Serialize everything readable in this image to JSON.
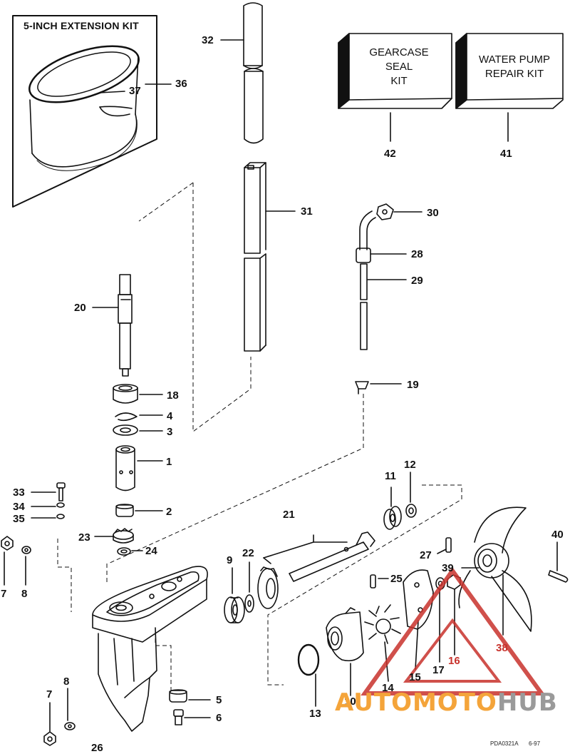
{
  "inset_title": "5-INCH EXTENSION KIT",
  "kits": {
    "gearcase": {
      "lines": [
        "GEARCASE",
        "SEAL",
        "KIT"
      ],
      "number": "42"
    },
    "water_pump": {
      "lines": [
        "WATER PUMP",
        "REPAIR KIT"
      ],
      "number": "41"
    }
  },
  "callouts": {
    "n1": "1",
    "n2": "2",
    "n3": "3",
    "n4": "4",
    "n5": "5",
    "n6": "6",
    "n7a": "7",
    "n7b": "7",
    "n8a": "8",
    "n8b": "8",
    "n9": "9",
    "n10": "10",
    "n11": "11",
    "n12": "12",
    "n13": "13",
    "n14": "14",
    "n15": "15",
    "n16": "16",
    "n17": "17",
    "n18": "18",
    "n19": "19",
    "n20": "20",
    "n21": "21",
    "n22": "22",
    "n23": "23",
    "n24": "24",
    "n25": "25",
    "n26": "26",
    "n27": "27",
    "n28": "28",
    "n29": "29",
    "n30": "30",
    "n31": "31",
    "n32": "32",
    "n33": "33",
    "n34": "34",
    "n35": "35",
    "n36": "36",
    "n37": "37",
    "n38": "38",
    "n39": "39",
    "n40": "40"
  },
  "drawing_code": "PDA0321A",
  "drawing_date": "6-97",
  "watermark": {
    "part1": "AUTOMOTO",
    "part2": "HUB",
    "color1": "#f4a43a",
    "color2": "#9a9a9a"
  },
  "colors": {
    "line": "#111111",
    "watermark_red": "#c8322c"
  }
}
